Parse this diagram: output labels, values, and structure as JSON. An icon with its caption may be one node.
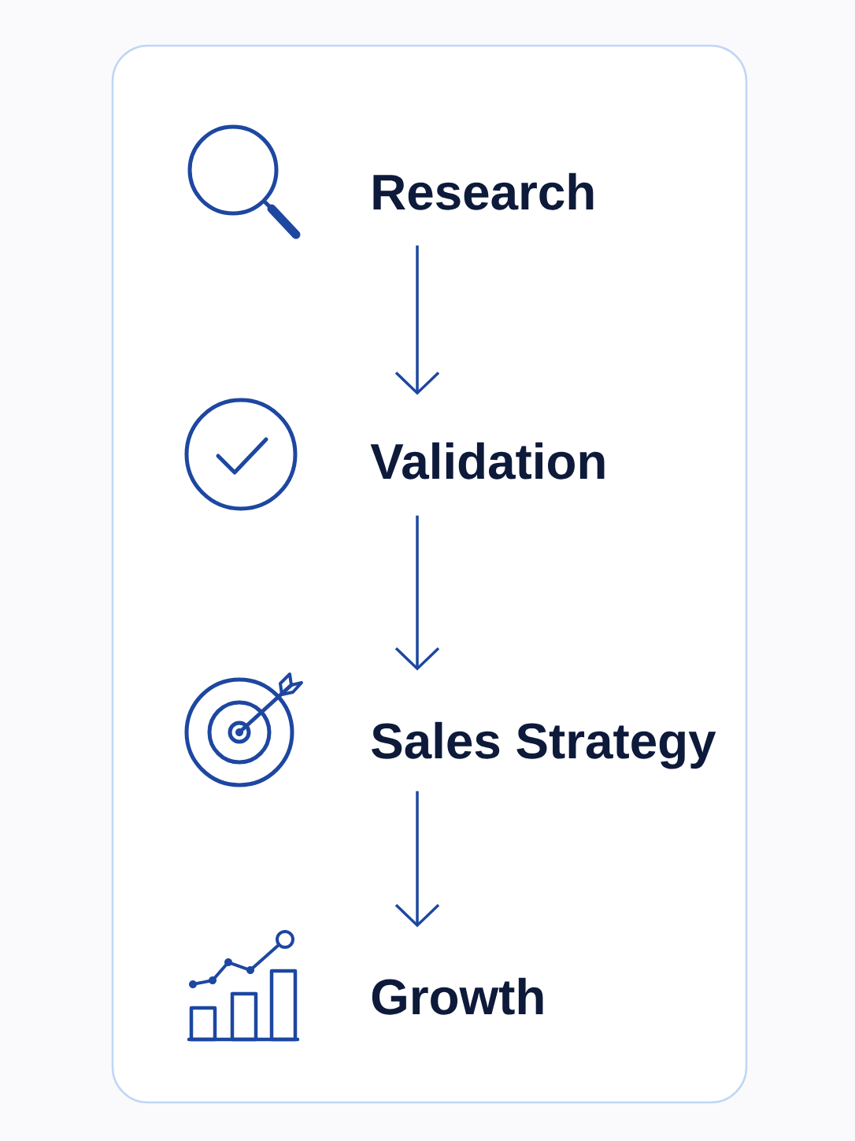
{
  "diagram": {
    "nodes": [
      {
        "text": [
          "Research"
        ]
      },
      {
        "text": [
          "Validation"
        ]
      },
      {
        "text": [
          "Sales Strategy"
        ]
      },
      {
        "text": [
          "Growth"
        ]
      }
    ],
    "edges": [
      {
        "from": 0,
        "to": 1,
        "arrow": "to"
      },
      {
        "from": 1,
        "to": 2,
        "arrow": "to"
      },
      {
        "from": 2,
        "to": 3,
        "arrow": "to"
      }
    ]
  }
}
